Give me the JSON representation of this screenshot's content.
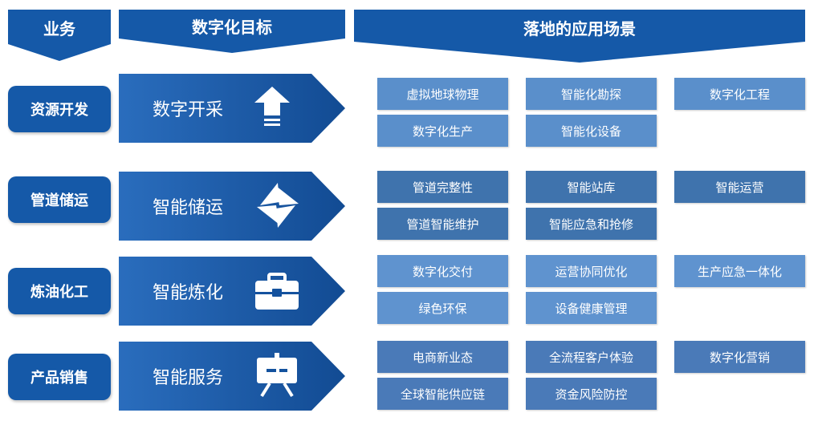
{
  "headers": {
    "business": "业务",
    "goal": "数字化目标",
    "scenario": "落地的应用场景"
  },
  "rows": [
    {
      "business": "资源开发",
      "goal": "数字开采",
      "icon": "upload-arrow-icon",
      "scenarios": [
        "虚拟地球物理",
        "智能化勘探",
        "数字化工程",
        "数字化生产",
        "智能化设备"
      ]
    },
    {
      "business": "管道储运",
      "goal": "智能储运",
      "icon": "pinwheel-icon",
      "scenarios": [
        "管道完整性",
        "智能站库",
        "智能运营",
        "管道智能维护",
        "智能应急和抢修"
      ]
    },
    {
      "business": "炼油化工",
      "goal": "智能炼化",
      "icon": "toolbox-icon",
      "scenarios": [
        "数字化交付",
        "运营协同优化",
        "生产应急一体化",
        "绿色环保",
        "设备健康管理"
      ]
    },
    {
      "business": "产品销售",
      "goal": "智能服务",
      "icon": "presentation-board-icon",
      "scenarios": [
        "电商新业态",
        "全流程客户体验",
        "数字化营销",
        "全球智能供应链",
        "资金风险防控"
      ]
    }
  ],
  "colors": {
    "header_blue": "#1559a8",
    "goal_blue": "#14529e",
    "row1_scene": "#5a8fcb",
    "row2_scene": "#3f73ad",
    "row3_scene": "#5f93cf",
    "row4_scene": "#4a7ab8"
  }
}
